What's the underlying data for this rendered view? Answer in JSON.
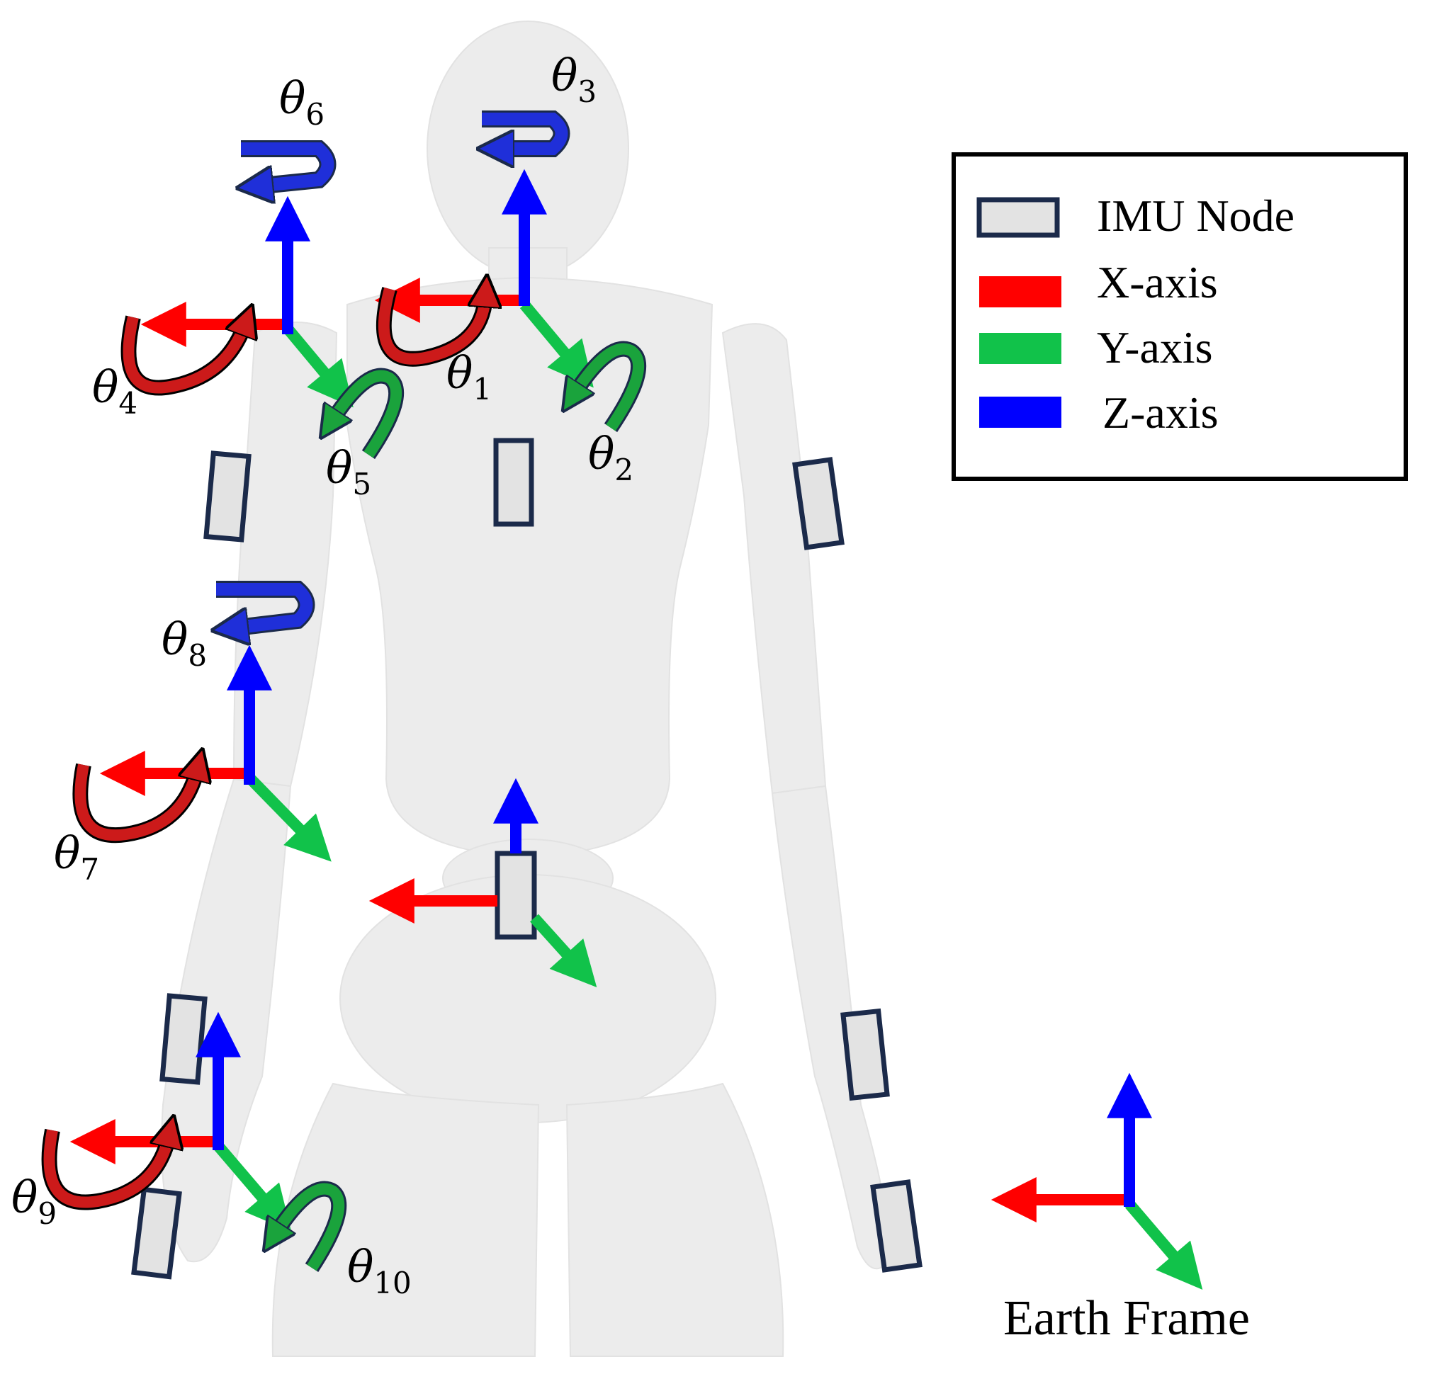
{
  "legend": {
    "imu_label": "IMU Node",
    "x_label": "X-axis",
    "y_label": "Y-axis",
    "z_label": "Z-axis"
  },
  "earth_frame_label": "Earth Frame",
  "angles": {
    "t1": "1",
    "t2": "2",
    "t3": "3",
    "t4": "4",
    "t5": "5",
    "t6": "6",
    "t7": "7",
    "t8": "8",
    "t9": "9",
    "t10": "10"
  },
  "colors": {
    "x_axis": "#ff0000",
    "y_axis": "#11c24a",
    "z_axis": "#0000ff",
    "x_rotation": "#cc1a1a",
    "y_rotation": "#1aa33c",
    "z_rotation": "#1f2fd9",
    "imu_fill": "#e3e3e3",
    "imu_stroke": "#1b2a4a",
    "body": "#ececec"
  }
}
